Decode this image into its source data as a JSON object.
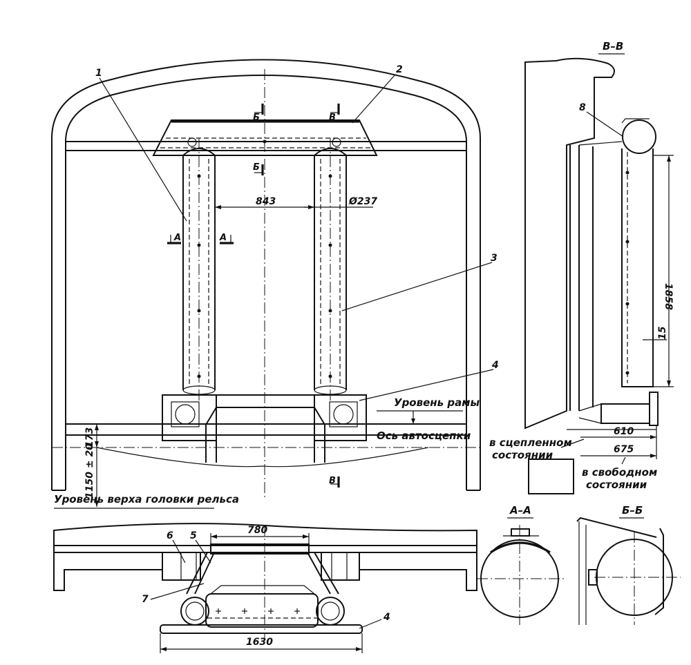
{
  "callouts": {
    "c1": "1",
    "c2": "2",
    "c3": "3",
    "c4": "4",
    "c4b": "4",
    "c5": "5",
    "c6": "6",
    "c7": "7",
    "c8": "8"
  },
  "sections": {
    "b_top": "Б",
    "v_top": "В",
    "b_mid": "Б",
    "a_left": "А",
    "a_right": "А",
    "v_bottom": "В",
    "vv_title": "В–В",
    "aa_title": "А–А",
    "bb_title": "Б–Б"
  },
  "dimensions": {
    "d843": "843",
    "d237": "Ø237",
    "d173": "173",
    "d1150": "1150 ± 20",
    "d780": "780",
    "d1630": "1630",
    "d1858": "1858",
    "d15": "15",
    "d610": "610",
    "d675": "675"
  },
  "labels": {
    "frame_level": "Уровень рамы",
    "coupler_axis": "Ось автосцепки",
    "rail_level": "Уровень верха головки рельса",
    "coupled_1": "в сцепленном",
    "coupled_2": "состоянии",
    "free_1": "в свободном",
    "free_2": "состоянии"
  }
}
